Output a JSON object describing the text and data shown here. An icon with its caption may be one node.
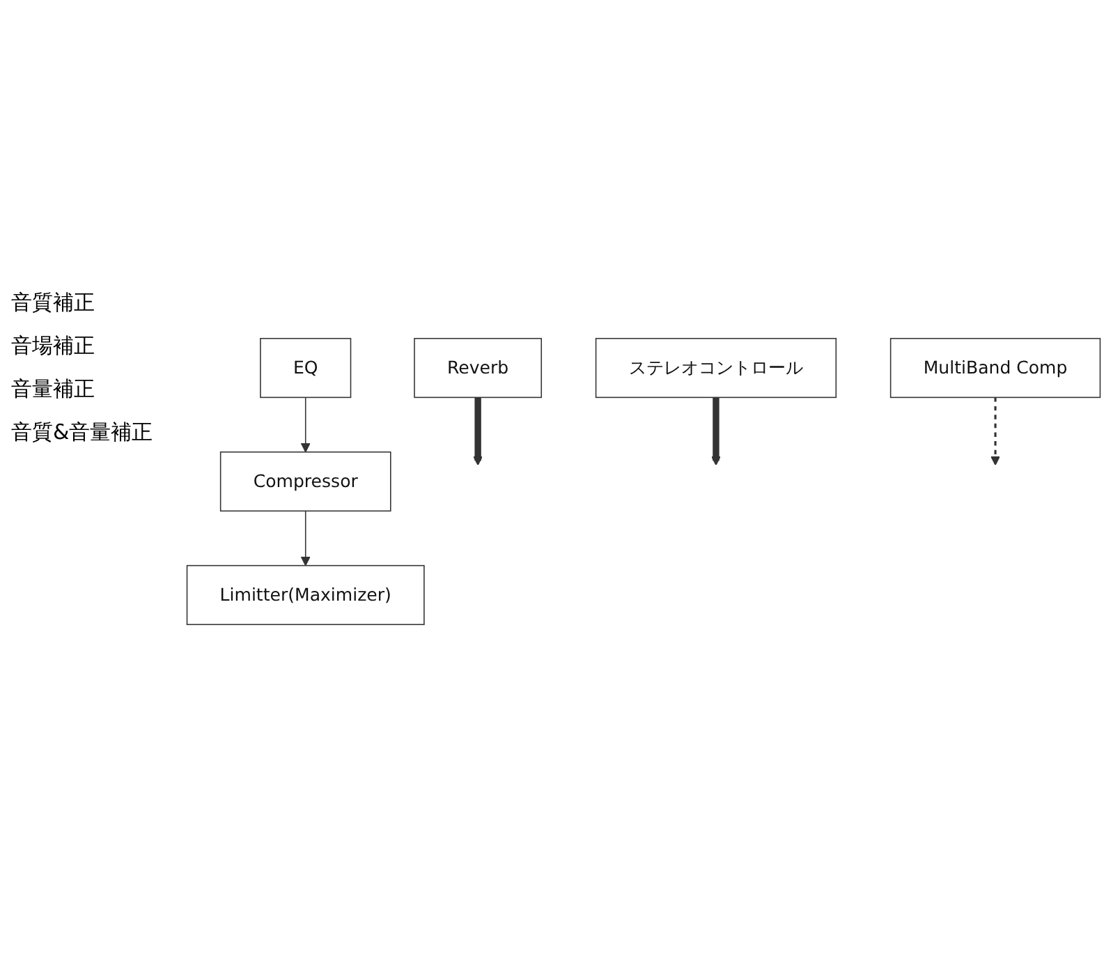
{
  "diagram": {
    "nodes": [
      {
        "text": [
          "EQ"
        ]
      },
      {
        "text": [
          "Compressor"
        ]
      },
      {
        "text": [
          "Reverb"
        ]
      },
      {
        "text": [
          "ステレオコントロール"
        ]
      },
      {
        "text": [
          "MultiBand Comp"
        ]
      },
      {
        "text": [
          "Limitter(Maximizer)"
        ]
      }
    ],
    "edges": [
      {
        "from": 0,
        "to": 1,
        "arrow": "to"
      },
      {
        "from": 1,
        "to": 5,
        "arrow": "to"
      },
      {
        "from": 2,
        "to": null,
        "arrow": "to",
        "style": "thick"
      },
      {
        "from": 3,
        "to": null,
        "arrow": "to",
        "style": "thick"
      },
      {
        "from": 4,
        "to": null,
        "arrow": "to",
        "style": "dashed"
      }
    ],
    "labels": [
      "音質補正",
      "音場補正",
      "音量補正",
      "音質&音量補正"
    ]
  }
}
